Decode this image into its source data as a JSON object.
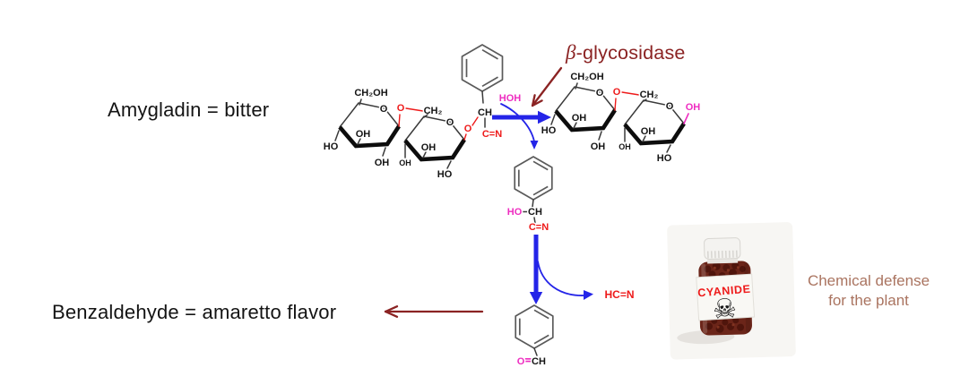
{
  "colors": {
    "maroon": "#8b2323",
    "blue": "#2424e8",
    "magenta": "#ee2cc0",
    "red": "#ee1a1a",
    "ink": "#141414",
    "bond": "#3a3a3a",
    "defense": "#aa7460",
    "bottle_brown": "#6b2519"
  },
  "labels": {
    "amygdalin": "Amygladin = bitter",
    "benzaldehyde": "Benzaldehyde = amaretto flavor",
    "enzyme_beta": "β",
    "enzyme_name": "-glycosidase",
    "defense_line1": "Chemical defense",
    "defense_line2": "for the plant",
    "water": "HOH",
    "hydrogen_cyanide": "HC=N"
  },
  "atoms": {
    "ch2oh": "CH₂OH",
    "ch2": "CH₂",
    "oh": "OH",
    "ho": "HO",
    "o": "O",
    "ch": "CH",
    "nitrile": "C=N"
  },
  "bottle": {
    "label": "CYANIDE",
    "skull_icon": "☠"
  }
}
